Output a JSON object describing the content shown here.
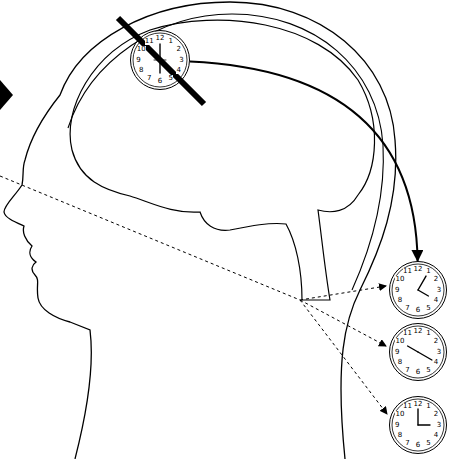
{
  "diagram": {
    "nodes": [
      {
        "text": [
          "12",
          "1",
          "2",
          "3",
          "4",
          "5",
          "6",
          "7",
          "8",
          "9",
          "10",
          "11"
        ]
      },
      {
        "text": [
          "12",
          "1",
          "2",
          "3",
          "4",
          "5",
          "6",
          "7",
          "8",
          "9",
          "10",
          "11"
        ]
      },
      {
        "text": [
          "12",
          "1",
          "2",
          "3",
          "4",
          "5",
          "6",
          "7",
          "8",
          "9",
          "10",
          "11"
        ]
      },
      {
        "text": [
          "12",
          "1",
          "2",
          "3",
          "4",
          "5",
          "6",
          "7",
          "8",
          "9",
          "10",
          "11"
        ]
      }
    ],
    "edges": [
      {
        "from": 0,
        "to": 1,
        "arrow": "to"
      }
    ]
  }
}
